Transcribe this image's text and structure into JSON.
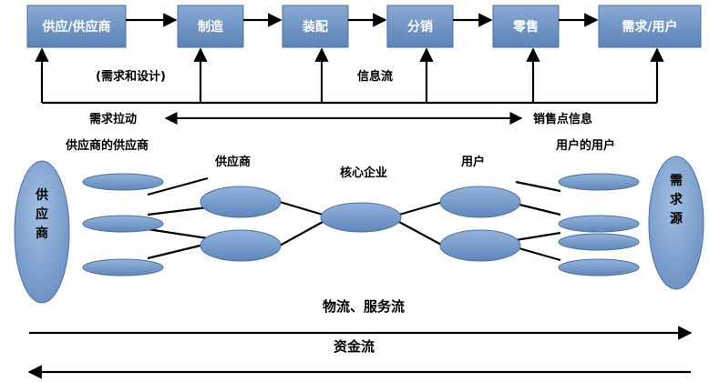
{
  "chain_boxes": [
    "供应/供应商",
    "制造",
    "装配",
    "分销",
    "零售",
    "需求/用户"
  ],
  "info_labels": {
    "demand_design": "(需求和设计)",
    "info_flow": "信息流",
    "demand_pull": "需求拉动",
    "pos_info": "销售点信息"
  },
  "network_labels": {
    "suppliers_suppliers": "供应商的供应商",
    "suppliers": "供应商",
    "core": "核心企业",
    "users": "用户",
    "users_users": "用户的用户"
  },
  "sources": {
    "supply": [
      "供",
      "应",
      "商"
    ],
    "demand": [
      "需",
      "求",
      "源"
    ]
  },
  "flows": {
    "logistics": "物流、服务流",
    "capital": "资金流"
  },
  "colors": {
    "box_fill": "#6f93c3",
    "ellipse_fill": "#7aa0cf",
    "line": "#000000"
  }
}
